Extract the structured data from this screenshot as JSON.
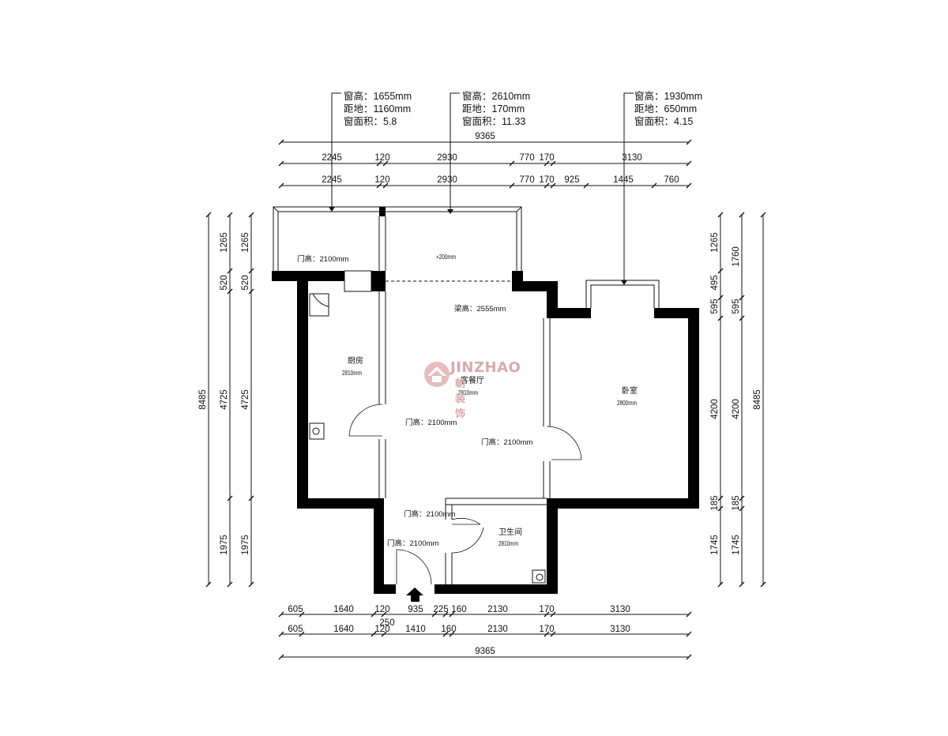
{
  "window_notes": [
    {
      "height": "窗高：1655mm",
      "sill": "距地：1160mm",
      "area": "窗面积：5.8"
    },
    {
      "height": "窗高：2610mm",
      "sill": "距地：170mm",
      "area": "窗面积：11.33"
    },
    {
      "height": "窗高：1930mm",
      "sill": "距地：650mm",
      "area": "窗面积：4.15"
    }
  ],
  "top_dims": {
    "total": "9365",
    "row1": [
      "2245",
      "120",
      "2930",
      "770",
      "170",
      "3130"
    ],
    "row2": [
      "2245",
      "120",
      "2930",
      "770",
      "170",
      "925",
      "1445",
      "760"
    ]
  },
  "bottom_dims": {
    "row1": [
      "605",
      "1640",
      "120",
      "935",
      "225",
      "160",
      "2130",
      "170",
      "3130"
    ],
    "row1_extra": "250",
    "row2": [
      "605",
      "1640",
      "120",
      "1410",
      "160",
      "2130",
      "170",
      "3130"
    ],
    "total": "9365"
  },
  "left_dims": {
    "total": "8485",
    "col": [
      "1265",
      "520",
      "4725",
      "1975"
    ]
  },
  "right_dims": {
    "total": "8485",
    "col_inner": [
      "1265",
      "495",
      "595",
      "4200",
      "185",
      "1745"
    ],
    "col_outer": [
      "1760",
      "595",
      "4200",
      "185",
      "1745"
    ]
  },
  "rooms": {
    "kitchen": {
      "name": "厨房",
      "height": "2810mm"
    },
    "living": {
      "name": "客餐厅",
      "height": "2810mm"
    },
    "bedroom": {
      "name": "卧室",
      "height": "2800mm"
    },
    "bathroom": {
      "name": "卫生间",
      "height": "2810mm"
    }
  },
  "annotations": {
    "balcony_door": "门高：2100mm",
    "balcony_level": "+200mm",
    "beam": "梁高：2555mm",
    "kitchen_door": "门高：2100mm",
    "bedroom_door": "门高：2100mm",
    "bath_door": "门高：2100mm",
    "entry_door": "门高：2100mm"
  },
  "watermark": {
    "brand": "JINZHAO",
    "sub": "朝装饰"
  }
}
